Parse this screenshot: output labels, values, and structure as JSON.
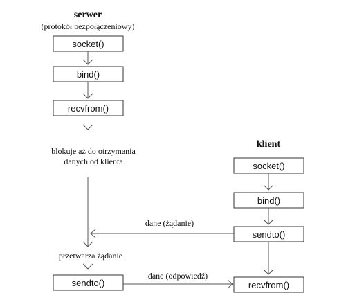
{
  "server": {
    "title": "serwer",
    "subtitle": "(protokół bezpołączeniowy)",
    "steps": [
      "socket()",
      "bind()",
      "recvfrom()"
    ],
    "blocking_note_line1": "blokuje aż do otrzymania",
    "blocking_note_line2": "danych od klienta",
    "process_note": "przetwarza żądanie",
    "reply_step": "sendto()"
  },
  "client": {
    "title": "klient",
    "steps": [
      "socket()",
      "bind()",
      "sendto()",
      "recvfrom()"
    ]
  },
  "messages": {
    "request": "dane (żądanie)",
    "response": "dane (odpowiedź)"
  }
}
